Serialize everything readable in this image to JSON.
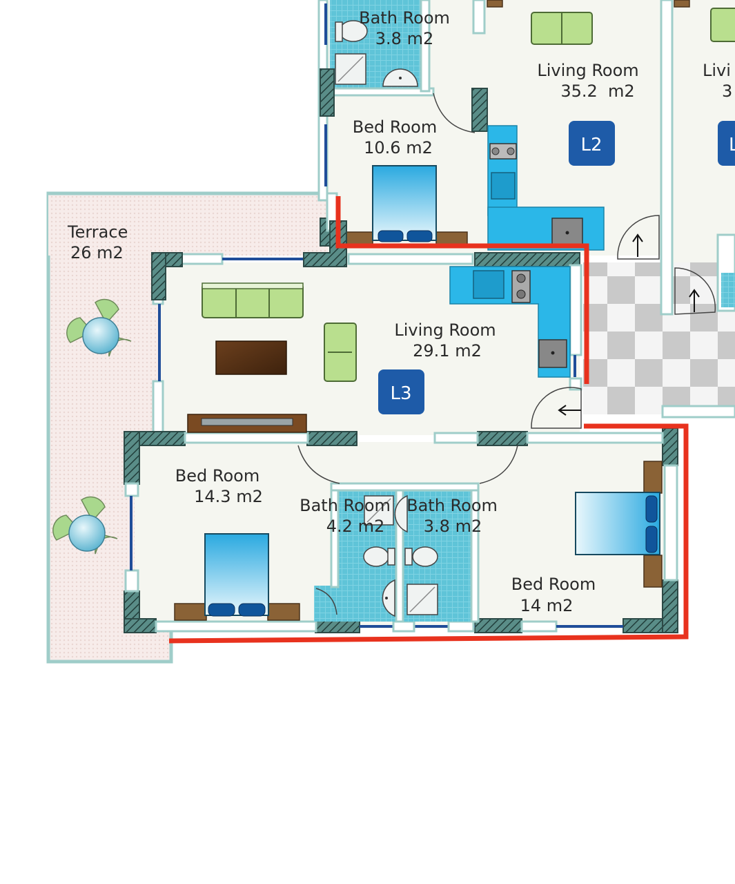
{
  "rooms": {
    "bath_top": {
      "name": "Bath Room",
      "area": "3.8 m2"
    },
    "living_l2": {
      "name": "Living Room",
      "area": "35.2  m2"
    },
    "living_right_cut": {
      "name": "Livi",
      "area": "3"
    },
    "bed_top": {
      "name": "Bed Room",
      "area": "10.6 m2"
    },
    "terrace": {
      "name": "Terrace",
      "area": "26 m2"
    },
    "living_l3": {
      "name": "Living Room",
      "area": "29.1 m2"
    },
    "bed_left": {
      "name": "Bed Room",
      "area": "14.3 m2"
    },
    "bath_a": {
      "name": "Bath Room",
      "area": "4.2 m2"
    },
    "bath_b": {
      "name": "Bath Room",
      "area": "3.8 m2"
    },
    "bed_right": {
      "name": "Bed Room",
      "area": "14 m2"
    }
  },
  "units": {
    "l2": "L2",
    "l3": "L3",
    "right_cut": "L"
  },
  "colors": {
    "highlight": "#e8321e",
    "unit_badge": "#1e5ba8",
    "wall_outline": "#9fcdc9",
    "tile_blue": "#5fc4d8",
    "kitchen_blue": "#2bb7e8",
    "sofa_green": "#b9df8e",
    "bed_blue": "#2aa9e0",
    "wood": "#8a6236",
    "terrace_fill": "#f3e7e4"
  },
  "icons": [
    "arrow-up-icon",
    "arrow-left-icon",
    "toilet-icon",
    "shower-icon",
    "sink-icon",
    "table-chair-icon",
    "stove-icon"
  ]
}
